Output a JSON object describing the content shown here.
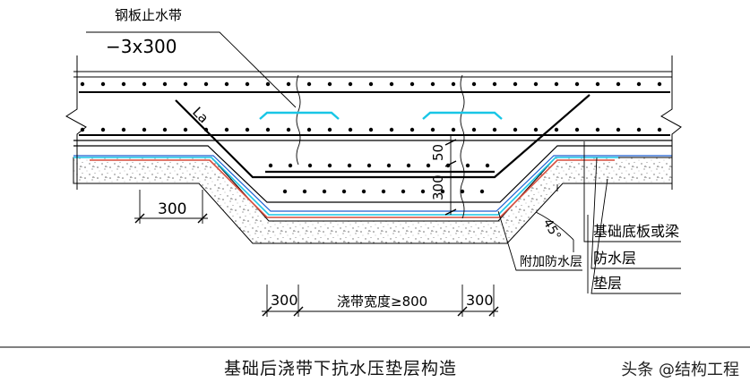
{
  "labels": {
    "waterstop_name": "钢板止水带",
    "waterstop_spec": "−3x300",
    "anchorage": "La",
    "dim_50": "50",
    "dim_300_vertical": "300",
    "dim_300_left": "300",
    "angle": "45°",
    "callout_base": "基础底板或梁",
    "callout_waterproof": "防水层",
    "callout_cushion": "垫层",
    "callout_additional": "附加防水层",
    "bottom_dim_left": "300",
    "bottom_dim_mid": "浇带宽度≥800",
    "bottom_dim_right": "300"
  },
  "caption": "基础后浇带下抗水压垫层构造",
  "watermark": "头条 @结构工程",
  "colors": {
    "line": "#000000",
    "waterproof_red": "#d64b3c",
    "waterproof_cyan": "#18c6e6",
    "waterproof_blue": "#1f5fd0",
    "concrete_dot": "#6a6a6a"
  }
}
